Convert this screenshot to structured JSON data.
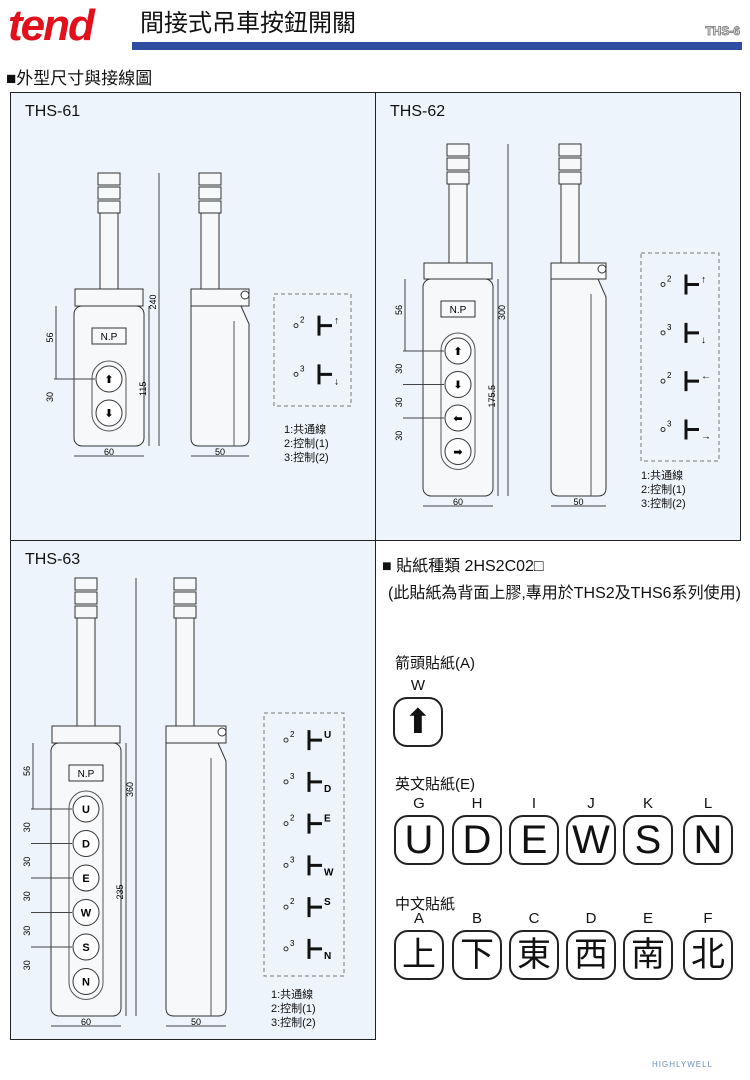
{
  "header": {
    "logo": "tend",
    "title": "間接式吊車按鈕開關",
    "code": "THS-6",
    "section": "■外型尺寸與接線圖",
    "brand_color": "#e3101b",
    "bar_color": "#2d4ea0"
  },
  "models": [
    {
      "name": "THS-61",
      "buttons": [
        "⬆",
        "⬇"
      ],
      "np": "N.P",
      "dims": {
        "total": "240",
        "body": "115",
        "top": "56",
        "pitch": [
          "30"
        ],
        "width": "60",
        "depth": "50"
      },
      "schematic": [
        [
          "2",
          "↑"
        ],
        [
          "3",
          "↓"
        ]
      ],
      "legend": [
        "1:共通線",
        "2:控制(1)",
        "3:控制(2)"
      ]
    },
    {
      "name": "THS-62",
      "buttons": [
        "⬆",
        "⬇",
        "⬅",
        "➡"
      ],
      "np": "N.P",
      "dims": {
        "total": "300",
        "body": "175.5",
        "top": "56",
        "pitch": [
          "30",
          "30",
          "30"
        ],
        "width": "60",
        "depth": "50"
      },
      "schematic": [
        [
          "2",
          "↑"
        ],
        [
          "3",
          "↓"
        ],
        [
          "2",
          "←"
        ],
        [
          "3",
          "→"
        ]
      ],
      "legend": [
        "1:共通線",
        "2:控制(1)",
        "3:控制(2)"
      ]
    },
    {
      "name": "THS-63",
      "buttons": [
        "U",
        "D",
        "E",
        "W",
        "S",
        "N"
      ],
      "np": "N.P",
      "dims": {
        "total": "360",
        "body": "235",
        "top": "56",
        "pitch": [
          "30",
          "30",
          "30",
          "30",
          "30"
        ],
        "width": "60",
        "depth": "50"
      },
      "schematic": [
        [
          "2",
          "U"
        ],
        [
          "3",
          "D"
        ],
        [
          "2",
          "E"
        ],
        [
          "3",
          "W"
        ],
        [
          "2",
          "S"
        ],
        [
          "3",
          "N"
        ]
      ],
      "legend": [
        "1:共通線",
        "2:控制(1)",
        "3:控制(2)"
      ]
    }
  ],
  "stickers": {
    "heading": "■ 貼紙種類 2HS2C02□",
    "note": "(此貼紙為背面上膠,專用於THS2及THS6系列使用)",
    "arrow": {
      "label": "箭頭貼紙(A)",
      "items": [
        {
          "code": "W",
          "glyph": "⬆"
        }
      ]
    },
    "english": {
      "label": "英文貼紙(E)",
      "items": [
        {
          "code": "G",
          "glyph": "U"
        },
        {
          "code": "H",
          "glyph": "D"
        },
        {
          "code": "I",
          "glyph": "E"
        },
        {
          "code": "J",
          "glyph": "W"
        },
        {
          "code": "K",
          "glyph": "S"
        },
        {
          "code": "L",
          "glyph": "N"
        }
      ]
    },
    "chinese": {
      "label": "中文貼紙",
      "items": [
        {
          "code": "A",
          "glyph": "上"
        },
        {
          "code": "B",
          "glyph": "下"
        },
        {
          "code": "C",
          "glyph": "東"
        },
        {
          "code": "D",
          "glyph": "西"
        },
        {
          "code": "E",
          "glyph": "南"
        },
        {
          "code": "F",
          "glyph": "北"
        }
      ]
    }
  },
  "watermark": "HIGHLYWELL"
}
